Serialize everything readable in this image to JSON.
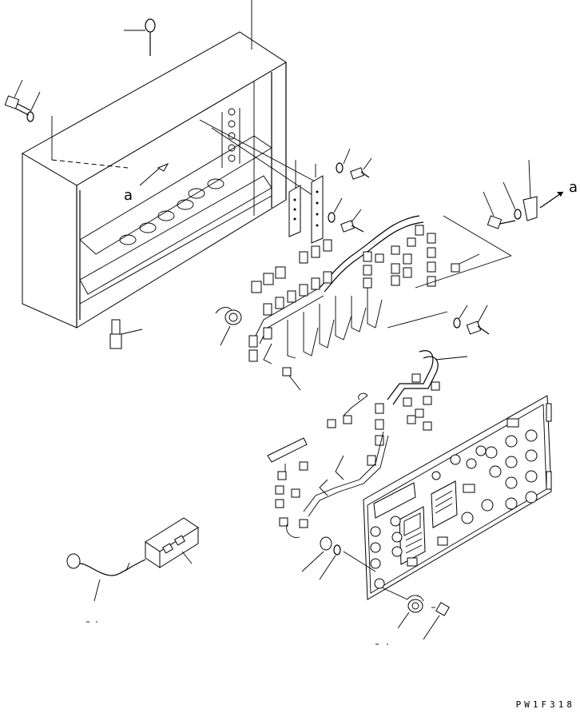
{
  "diagram": {
    "drawing_code": "PW1F318",
    "reference_letter_box": "a",
    "reference_letter_arrow": "a"
  }
}
